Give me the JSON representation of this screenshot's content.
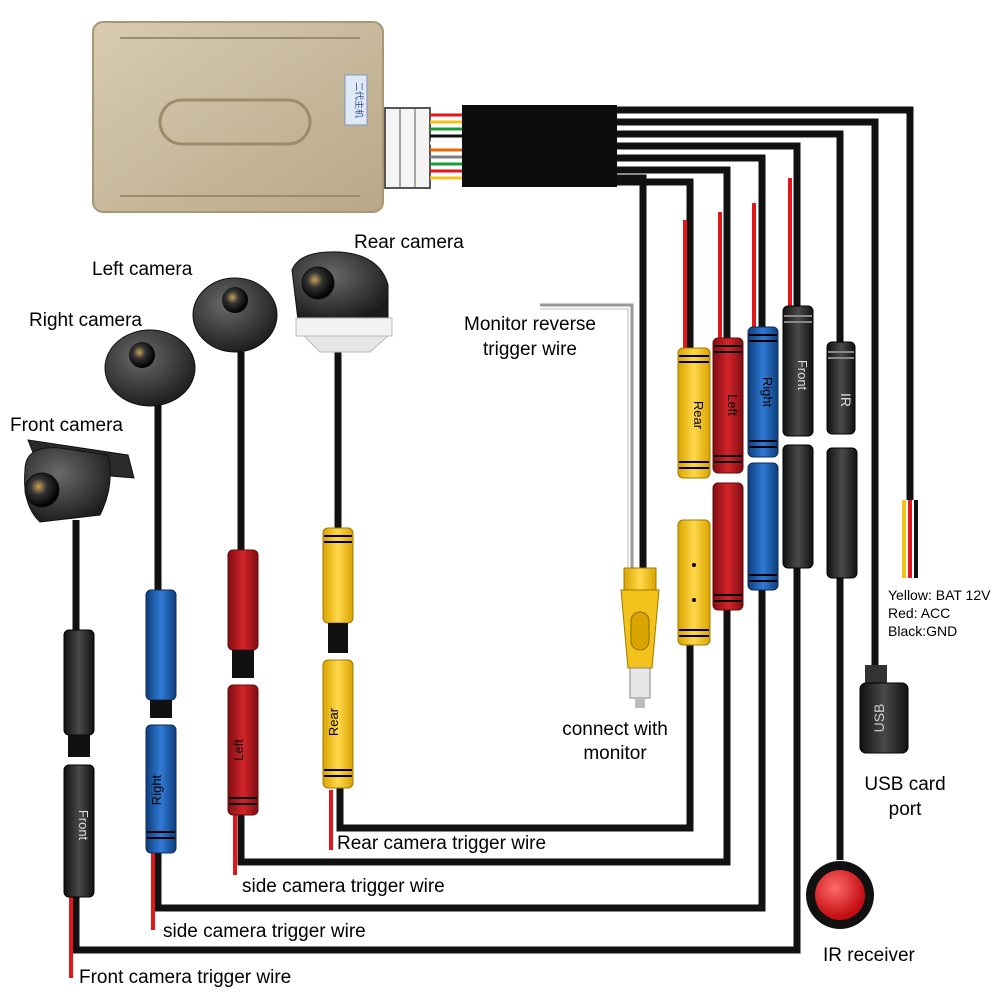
{
  "box_label": "二代主机",
  "camera_labels": {
    "rear": "Rear camera",
    "left": "Left camera",
    "right": "Right camera",
    "front": "Front camera"
  },
  "connector_labels": {
    "rear": "Rear",
    "left": "Left",
    "right": "Right",
    "front": "Front",
    "ir": "IR",
    "usb": "USB"
  },
  "annotations": {
    "monitor_trigger_line1": "Monitor reverse",
    "monitor_trigger_line2": "trigger wire",
    "connect_line1": "connect with",
    "connect_line2": "monitor",
    "usb_line1": "USB card",
    "usb_line2": "port",
    "ir_receiver": "IR receiver",
    "rear_trigger": "Rear camera trigger wire",
    "side_trigger_1": "side camera trigger wire",
    "side_trigger_2": "side camera trigger wire",
    "front_trigger": "Front camera trigger wire"
  },
  "power_notes": [
    "Yellow: BAT 12V",
    "Red: ACC",
    "Black:GND"
  ],
  "colors": {
    "wire": "#111111",
    "trigger_red": "#e3161b",
    "yellow": "#f3c21a",
    "red_connector": "#b5161c",
    "blue_connector": "#1c5fb3",
    "black_connector": "#2b2b2b",
    "box_gold": "#c9b898",
    "ir_button": "#e3161b"
  }
}
